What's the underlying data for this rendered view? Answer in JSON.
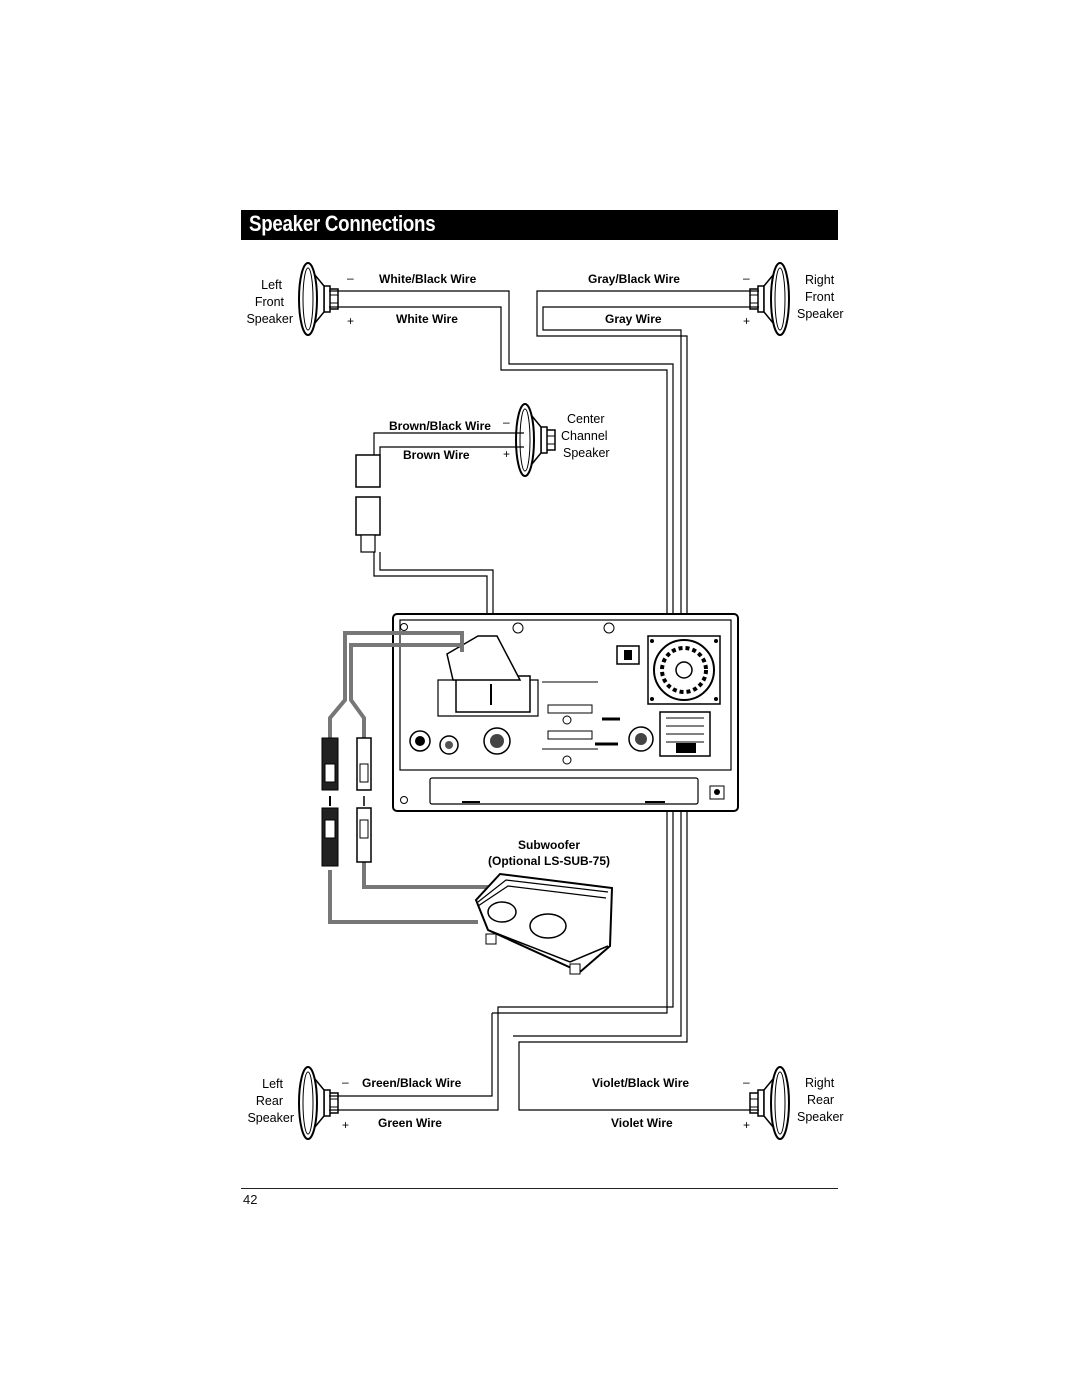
{
  "section_title": "Speaker Connections",
  "speakers": {
    "left_front": [
      "Left",
      "Front",
      "Speaker"
    ],
    "right_front": [
      "Right",
      "Front",
      "Speaker"
    ],
    "center": [
      "Center",
      "Channel",
      "Speaker"
    ],
    "left_rear": [
      "Left",
      "Rear",
      "Speaker"
    ],
    "right_rear": [
      "Right",
      "Rear",
      "Speaker"
    ]
  },
  "wires": {
    "white_black": "White/Black Wire",
    "white": "White Wire",
    "gray_black": "Gray/Black Wire",
    "gray": "Gray Wire",
    "brown_black": "Brown/Black Wire",
    "brown": "Brown Wire",
    "green_black": "Green/Black Wire",
    "green": "Green Wire",
    "violet_black": "Violet/Black Wire",
    "violet": "Violet Wire"
  },
  "polarity": {
    "negative": "–",
    "positive": "+"
  },
  "subwoofer": {
    "line1": "Subwoofer",
    "line2": "(Optional LS-SUB-75)"
  },
  "page_number": "42"
}
